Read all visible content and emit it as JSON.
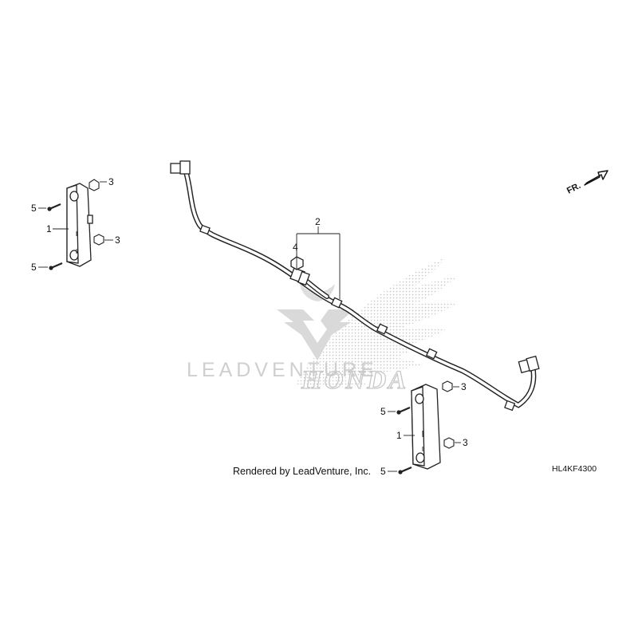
{
  "callouts": {
    "left_lamp": "1",
    "left_nut_top": "3",
    "left_nut_bottom": "3",
    "left_bolt_top": "5",
    "left_bolt_bottom": "5",
    "harness": "2",
    "connector": "4",
    "right_lamp": "1",
    "right_nut_top": "3",
    "right_nut_bottom": "3",
    "right_bolt_top": "5",
    "right_bolt_bottom": "5"
  },
  "front_indicator": "FR.",
  "diagram_code": "HL4KF4300",
  "credit": "Rendered by LeadVenture, Inc.",
  "watermark": {
    "text": "LEADVENTURE",
    "brand": "HONDA"
  }
}
